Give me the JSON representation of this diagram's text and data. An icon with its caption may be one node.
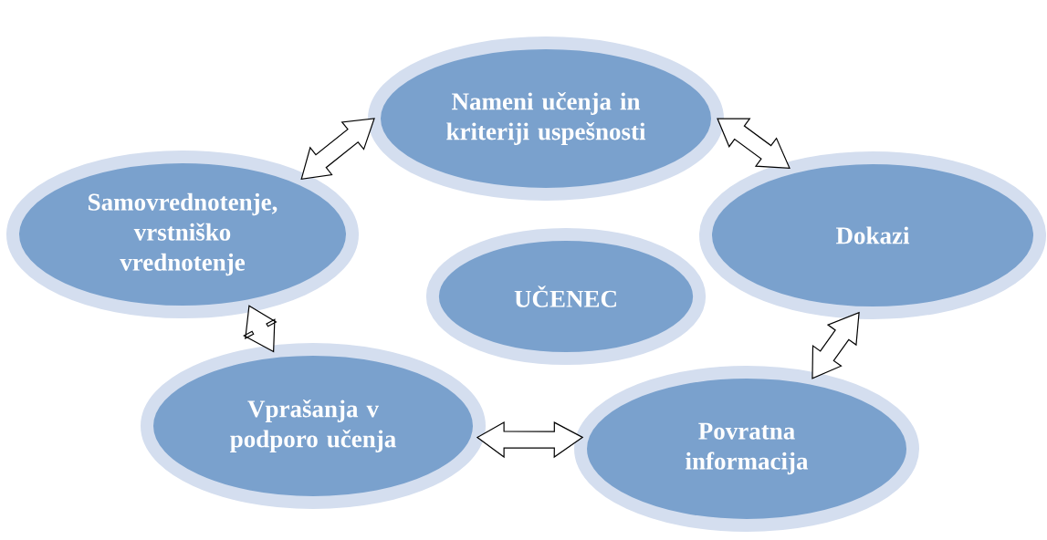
{
  "diagram": {
    "nodes": [
      {
        "text": [
          "Nameni učenja in kriteriji uspešnosti"
        ]
      },
      {
        "text": [
          "Dokazi"
        ]
      },
      {
        "text": [
          "Povratna informacija"
        ]
      },
      {
        "text": [
          "Vprašanja v podporo učenja"
        ]
      },
      {
        "text": [
          "Samovrednotenje, vrstniško vrednotenje"
        ]
      },
      {
        "text": [
          "UČENEC"
        ]
      }
    ],
    "edges": [
      {
        "from": 0,
        "to": 1,
        "arrow": "both"
      },
      {
        "from": 1,
        "to": 2,
        "arrow": "both"
      },
      {
        "from": 2,
        "to": 3,
        "arrow": "both"
      },
      {
        "from": 3,
        "to": 4,
        "arrow": "both"
      },
      {
        "from": 4,
        "to": 0,
        "arrow": "both"
      }
    ]
  }
}
